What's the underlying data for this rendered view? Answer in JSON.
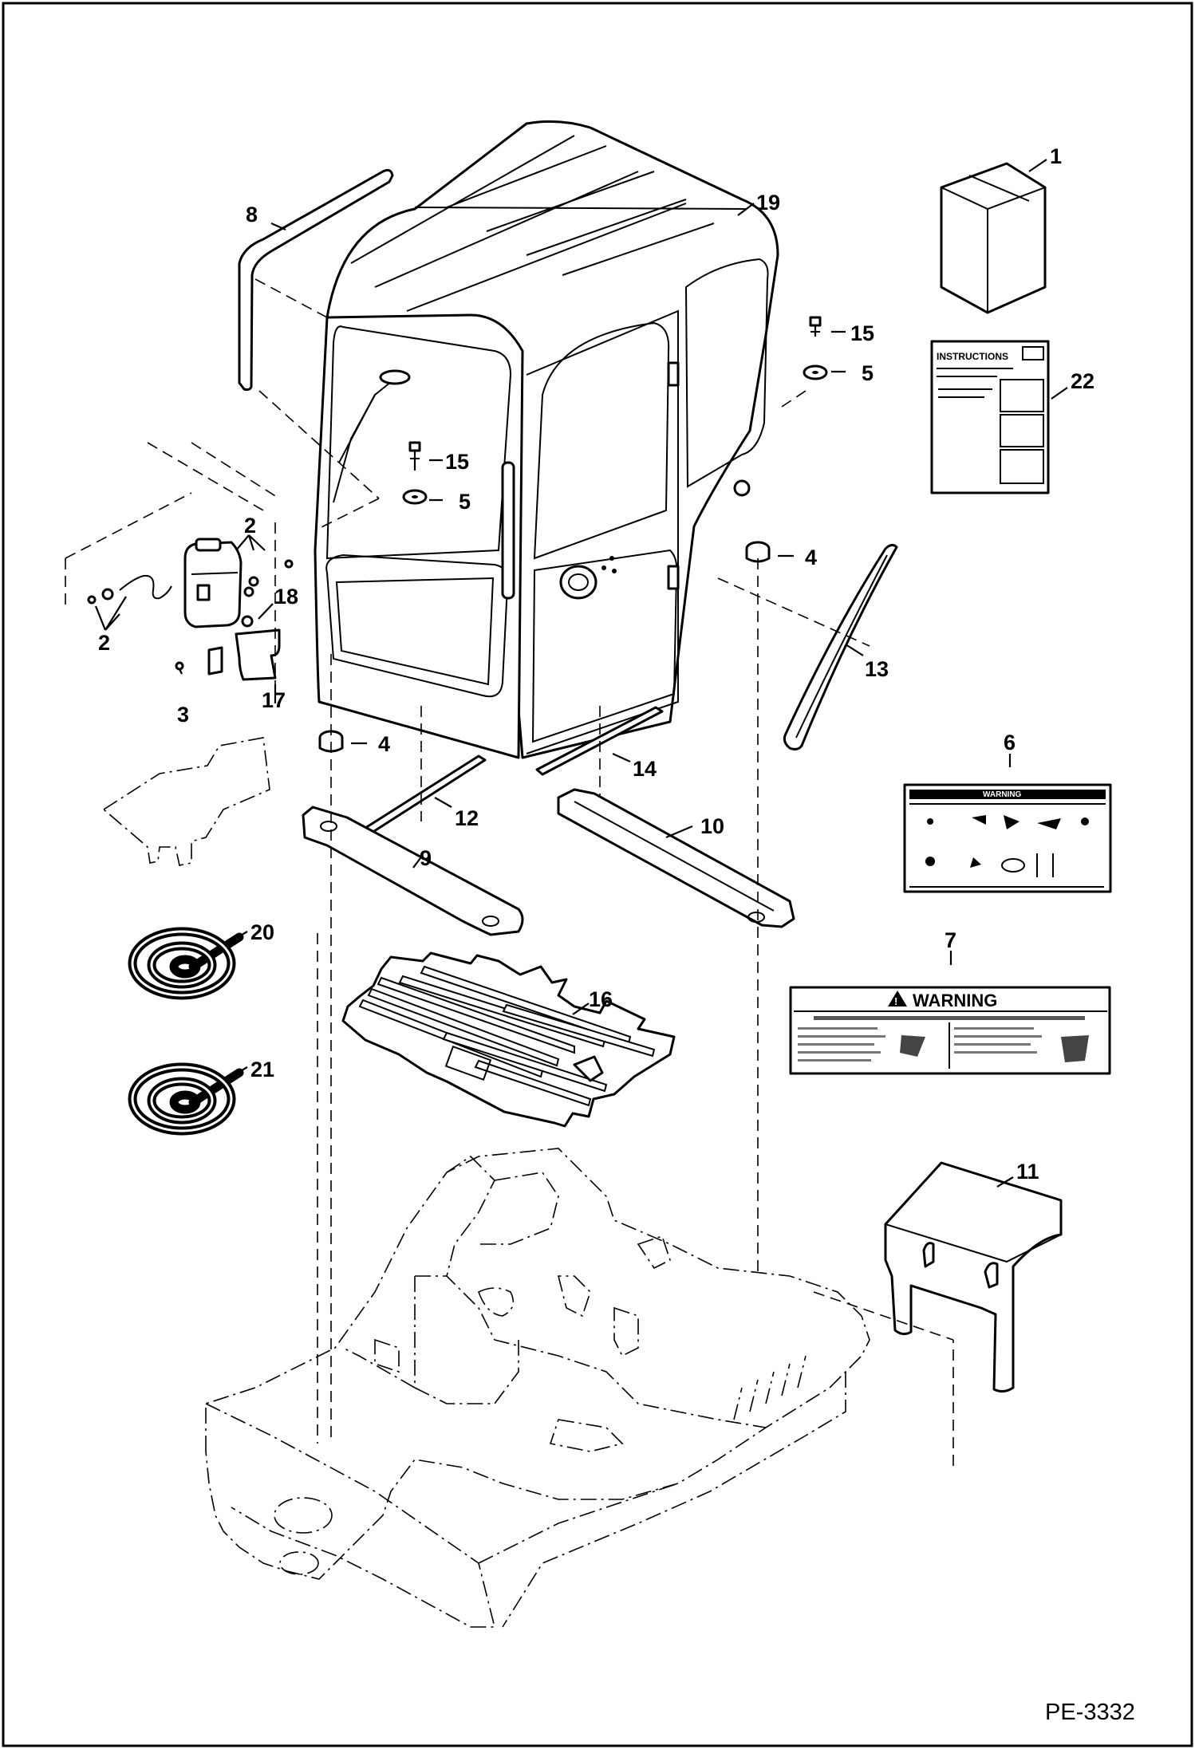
{
  "callouts": [
    {
      "id": "c1",
      "text": "1"
    },
    {
      "id": "c2a",
      "text": "2"
    },
    {
      "id": "c2b",
      "text": "2"
    },
    {
      "id": "c3",
      "text": "3"
    },
    {
      "id": "c4a",
      "text": "4"
    },
    {
      "id": "c4b",
      "text": "4"
    },
    {
      "id": "c5a",
      "text": "5"
    },
    {
      "id": "c5b",
      "text": "5"
    },
    {
      "id": "c6",
      "text": "6"
    },
    {
      "id": "c7",
      "text": "7"
    },
    {
      "id": "c8",
      "text": "8"
    },
    {
      "id": "c9",
      "text": "9"
    },
    {
      "id": "c10",
      "text": "10"
    },
    {
      "id": "c11",
      "text": "11"
    },
    {
      "id": "c12",
      "text": "12"
    },
    {
      "id": "c13",
      "text": "13"
    },
    {
      "id": "c14",
      "text": "14"
    },
    {
      "id": "c15a",
      "text": "15"
    },
    {
      "id": "c15b",
      "text": "15"
    },
    {
      "id": "c16",
      "text": "16"
    },
    {
      "id": "c17",
      "text": "17"
    },
    {
      "id": "c18",
      "text": "18"
    },
    {
      "id": "c19",
      "text": "19"
    },
    {
      "id": "c20",
      "text": "20"
    },
    {
      "id": "c21",
      "text": "21"
    },
    {
      "id": "c22",
      "text": "22"
    }
  ],
  "decals": {
    "instructions_title": "INSTRUCTIONS",
    "warning_small": "WARNING",
    "warning_large": "WARNING"
  },
  "figure_ref": "PE-3332"
}
